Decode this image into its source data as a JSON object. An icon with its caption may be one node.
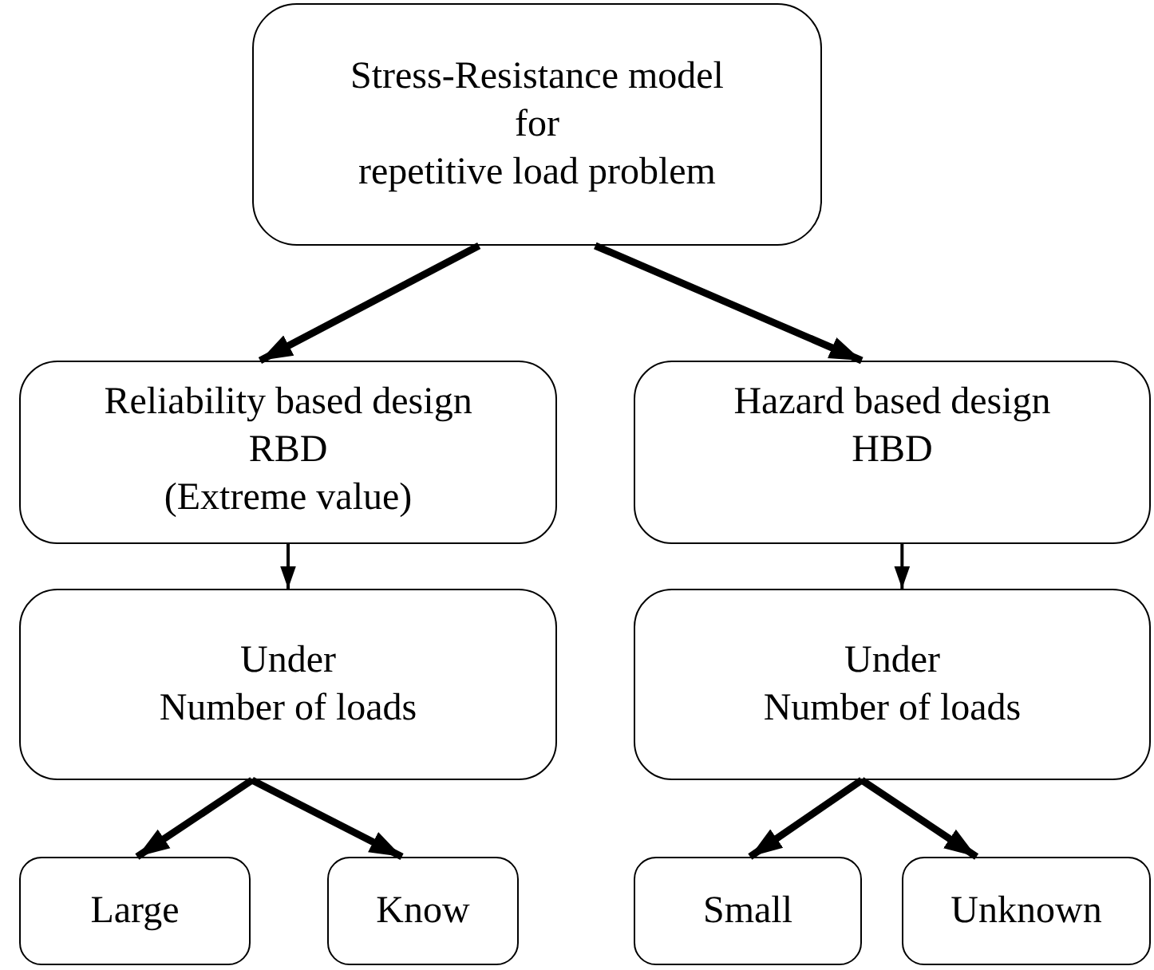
{
  "diagram": {
    "nodes": [
      {
        "text": [
          "Stress-Resistance model",
          "for",
          "repetitive load problem"
        ]
      },
      {
        "text": [
          "Reliability based design",
          "RBD",
          "(Extreme value)"
        ]
      },
      {
        "text": [
          "Hazard based design",
          "HBD"
        ]
      },
      {
        "text": [
          "Under",
          "Number of loads"
        ]
      },
      {
        "text": [
          "Under",
          "Number of loads"
        ]
      },
      {
        "text": [
          "Large"
        ]
      },
      {
        "text": [
          "Know"
        ]
      },
      {
        "text": [
          "Small"
        ]
      },
      {
        "text": [
          "Unknown"
        ]
      }
    ],
    "edges": [
      {
        "from": 0,
        "to": 1,
        "arrow": "to"
      },
      {
        "from": 0,
        "to": 2,
        "arrow": "to"
      },
      {
        "from": 1,
        "to": 3,
        "arrow": "to"
      },
      {
        "from": 2,
        "to": 4,
        "arrow": "to"
      },
      {
        "from": 3,
        "to": 5,
        "arrow": "to"
      },
      {
        "from": 3,
        "to": 6,
        "arrow": "to"
      },
      {
        "from": 4,
        "to": 7,
        "arrow": "to"
      },
      {
        "from": 4,
        "to": 8,
        "arrow": "to"
      }
    ]
  }
}
